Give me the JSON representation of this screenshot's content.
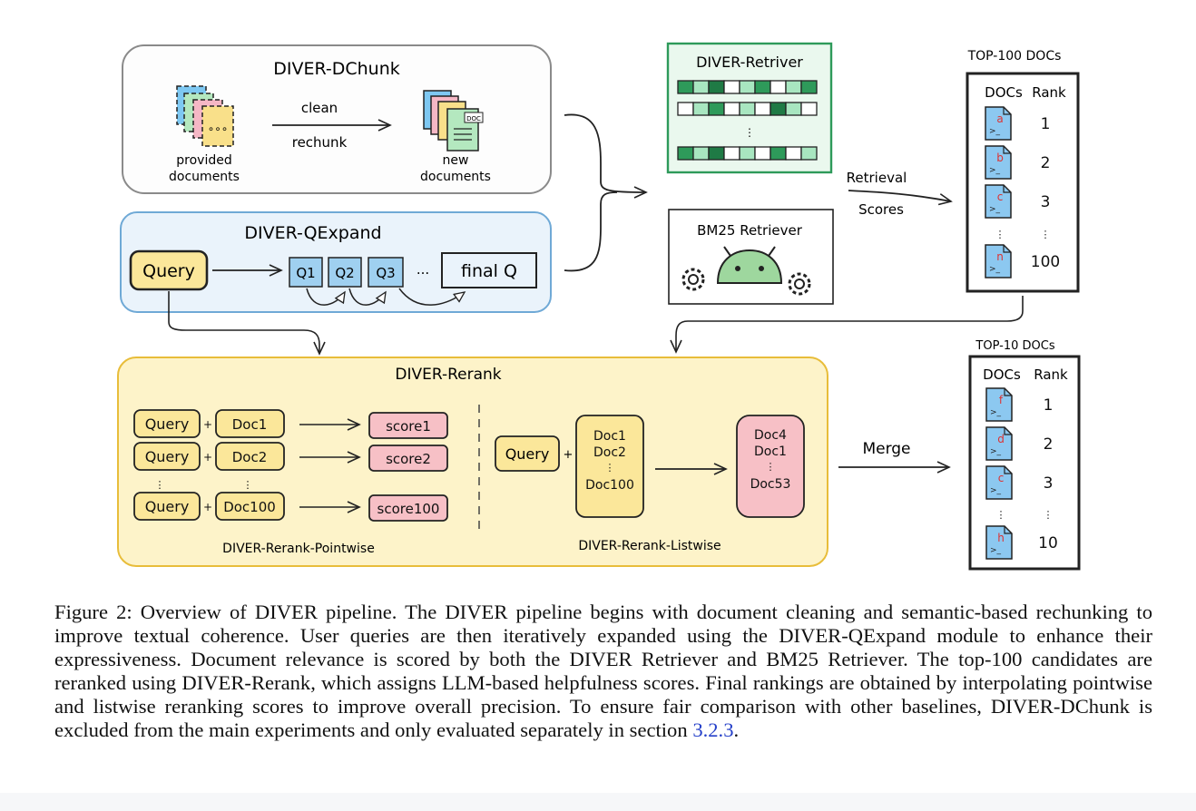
{
  "figure": {
    "dchunk": {
      "title": "DIVER-DChunk",
      "action_top": "clean",
      "action_bottom": "rechunk",
      "left_label_1": "provided",
      "left_label_2": "documents",
      "right_label_1": "new",
      "right_label_2": "documents",
      "doc_tag": "DOC"
    },
    "qexpand": {
      "title": "DIVER-QExpand",
      "query": "Query",
      "q1": "Q1",
      "q2": "Q2",
      "q3": "Q3",
      "ellipsis": "...",
      "final": "final Q"
    },
    "retriever": {
      "title": "DIVER-Retriver",
      "dots": "⋮"
    },
    "bm25": {
      "title": "BM25 Retriever"
    },
    "retrieval_label_1": "Retrieval",
    "retrieval_label_2": "Scores",
    "top100": {
      "title": "TOP-100 DOCs",
      "col_docs": "DOCs",
      "col_rank": "Rank",
      "rows": [
        {
          "doc": "a",
          "rank": "1"
        },
        {
          "doc": "b",
          "rank": "2"
        },
        {
          "doc": "c",
          "rank": "3"
        },
        {
          "doc": "n",
          "rank": "100"
        }
      ],
      "dots": "⋮"
    },
    "rerank": {
      "title": "DIVER-Rerank",
      "pointwise_label": "DIVER-Rerank-Pointwise",
      "listwise_label": "DIVER-Rerank-Listwise",
      "query": "Query",
      "plus": "+",
      "docs": [
        "Doc1",
        "Doc2",
        "Doc100"
      ],
      "scores": [
        "score1",
        "score2",
        "score100"
      ],
      "dots": "⋮",
      "list_in": [
        "Doc1",
        "Doc2",
        "⋮",
        "Doc100"
      ],
      "list_out": [
        "Doc4",
        "Doc1",
        "⋮",
        "Doc53"
      ]
    },
    "merge": "Merge",
    "top10": {
      "title": "TOP-10 DOCs",
      "col_docs": "DOCs",
      "col_rank": "Rank",
      "rows": [
        {
          "doc": "f",
          "rank": "1"
        },
        {
          "doc": "d",
          "rank": "2"
        },
        {
          "doc": "c",
          "rank": "3"
        },
        {
          "doc": "h",
          "rank": "10"
        }
      ],
      "dots": "⋮"
    }
  },
  "caption": {
    "text": "Figure 2: Overview of DIVER pipeline. The DIVER pipeline begins with document cleaning and semantic-based rechunking to improve textual coherence. User queries are then iteratively expanded using the DIVER-QExpand module to enhance their expressiveness. Document relevance is scored by both the DIVER Retriever and BM25 Retriever. The top-100 candidates are reranked using DIVER-Rerank, which assigns LLM-based helpfulness scores. Final rankings are obtained by interpolating pointwise and listwise reranking scores to improve overall precision. To ensure fair comparison with other baselines, DIVER-DChunk is excluded from the main experiments and only evaluated separately in section",
    "ref": "3.2.3",
    "end": "."
  },
  "colors": {
    "green_dark": "#2e9a5a",
    "green_light": "#a8e6c0",
    "blue_box": "#9fd0f0",
    "yellow_box": "#fbe79a",
    "pink_box": "#f7c0c6",
    "rerank_bg": "#fdf3c9",
    "qexpand_bg": "#eaf3fb"
  }
}
